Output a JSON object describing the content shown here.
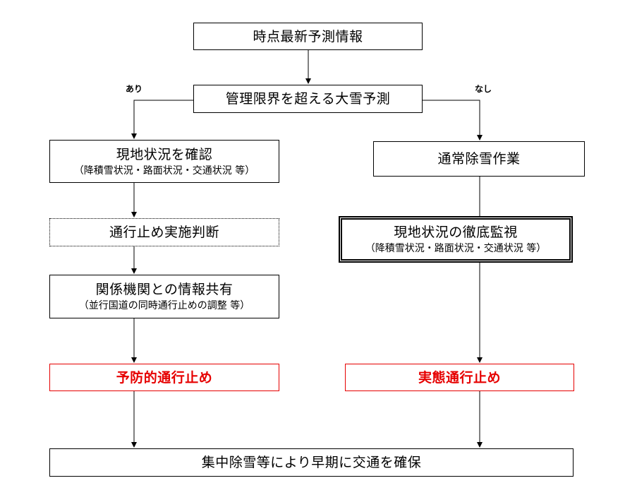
{
  "nodes": {
    "forecast_info": {
      "main": "時点最新予測情報"
    },
    "heavy_snow_forecast": {
      "main": "管理限界を超える大雪予測"
    },
    "check_site": {
      "main": "現地状況を確認",
      "sub": "（降積雪状況・路面状況・交通状況 等）"
    },
    "closure_decision": {
      "main": "通行止め実施判断"
    },
    "share_info": {
      "main": "関係機関との情報共有",
      "sub": "（並行国道の同時通行止めの調整 等）"
    },
    "preventive_closure": {
      "main": "予防的通行止め"
    },
    "normal_removal": {
      "main": "通常除雪作業"
    },
    "thorough_monitoring": {
      "main": "現地状況の徹底監視",
      "sub": "（降積雪状況・路面状況・交通状況 等）"
    },
    "actual_closure": {
      "main": "実態通行止め"
    },
    "concentrated_removal": {
      "main": "集中除雪等により早期に交通を確保"
    }
  },
  "edge_labels": {
    "yes": "あり",
    "no": "なし"
  },
  "colors": {
    "line": "#000000",
    "emphasis": "#e60000"
  }
}
